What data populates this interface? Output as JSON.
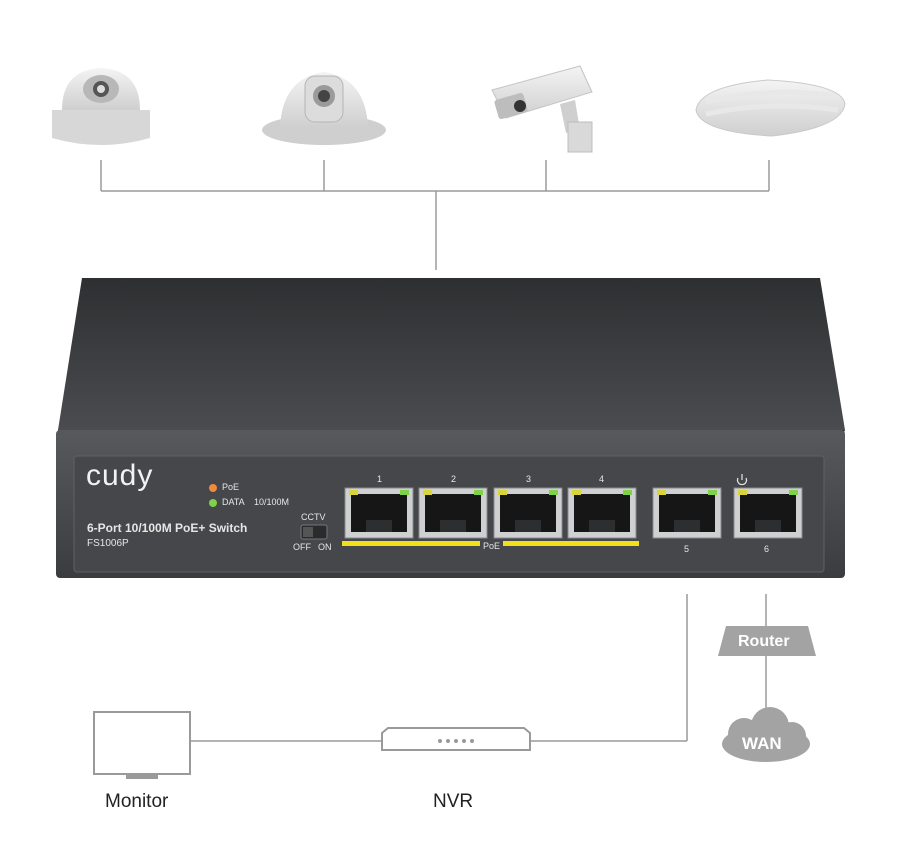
{
  "devices_top": [
    {
      "name": "dome-camera-1"
    },
    {
      "name": "dome-camera-2"
    },
    {
      "name": "bullet-camera"
    },
    {
      "name": "access-point"
    }
  ],
  "switch": {
    "brand": "cudy",
    "title": "6-Port 10/100M PoE+ Switch",
    "model": "FS1006P",
    "led_poe": "PoE",
    "led_data": "DATA",
    "led_data_speed": "10/100M",
    "cctv_label": "CCTV",
    "cctv_off": "OFF",
    "cctv_on": "ON",
    "poe_group_label": "PoE",
    "port_numbers": [
      "1",
      "2",
      "3",
      "4",
      "5",
      "6"
    ],
    "colors": {
      "body": "#3a3c3f",
      "poe_bar": "#f2e01a",
      "led_poe": "#f08a3c",
      "led_data": "#7fd14a"
    }
  },
  "devices_bottom": {
    "monitor": "Monitor",
    "nvr": "NVR",
    "router": "Router",
    "wan": "WAN"
  }
}
